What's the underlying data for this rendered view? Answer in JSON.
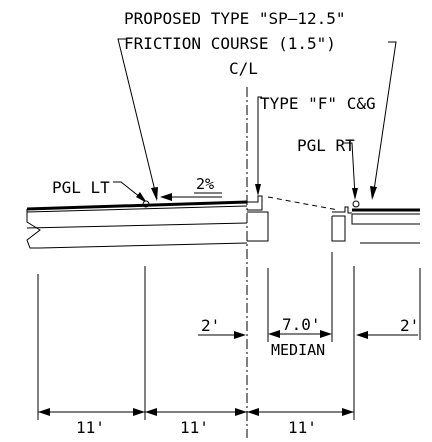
{
  "labels": {
    "proposed_type": "PROPOSED TYPE \"SP—12.5\"",
    "friction_course": "FRICTION COURSE (1.5\")",
    "centerline": "C/L",
    "curb_gutter": "TYPE \"F\" C&G",
    "pgl_right": "PGL RT",
    "pgl_left": "PGL LT",
    "cross_slope": "2%"
  },
  "dimensions": {
    "offset_left": "2'",
    "median_width": "7.0'",
    "median_label": "MEDIAN",
    "offset_right": "2'",
    "lane_1": "11'",
    "lane_2": "11'",
    "lane_3": "11'"
  },
  "colors": {
    "ink": "#000000",
    "background": "#ffffff"
  }
}
